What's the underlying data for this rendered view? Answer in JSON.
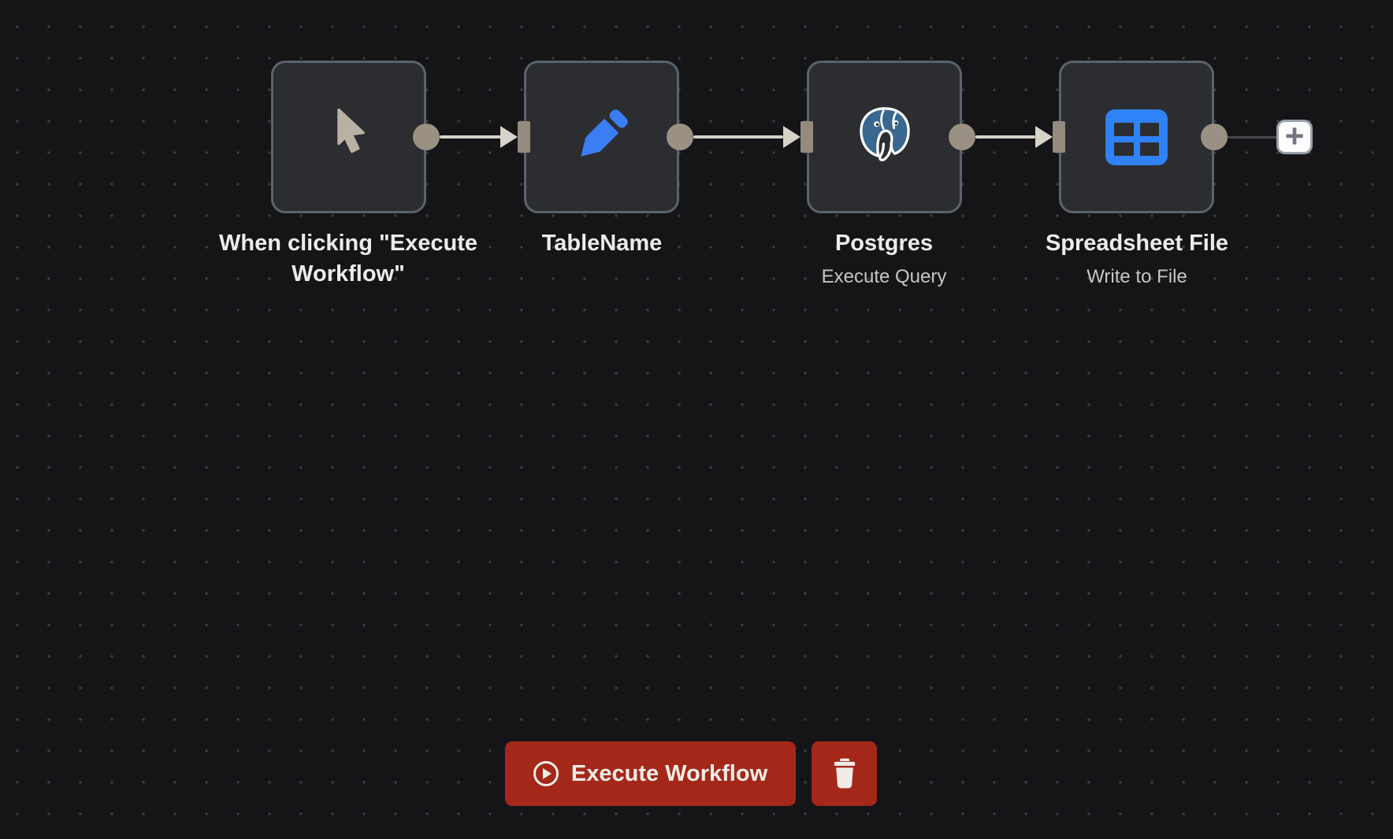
{
  "workflow": {
    "nodes": [
      {
        "name": "When clicking \"Execute Workflow\"",
        "label_lines": [
          "When clicking \"Execute",
          "Workflow\""
        ],
        "subtitle": "",
        "type": "manual-trigger",
        "icon": "cursor-icon"
      },
      {
        "name": "TableName",
        "label_lines": [
          "TableName"
        ],
        "subtitle": "",
        "type": "edit-fields",
        "icon": "pencil-icon"
      },
      {
        "name": "Postgres",
        "label_lines": [
          "Postgres"
        ],
        "subtitle": "Execute Query",
        "type": "postgres",
        "icon": "postgres-elephant-icon"
      },
      {
        "name": "Spreadsheet File",
        "label_lines": [
          "Spreadsheet File"
        ],
        "subtitle": "Write to File",
        "type": "spreadsheet-file",
        "icon": "table-icon"
      }
    ],
    "connections": [
      "When clicking \"Execute Workflow\" -> TableName",
      "TableName -> Postgres",
      "Postgres -> Spreadsheet File",
      "Spreadsheet File -> add-node"
    ]
  },
  "controls": {
    "execute_button": "Execute Workflow",
    "delete_button_icon": "trash-icon",
    "add_node_button": "+"
  },
  "colors": {
    "canvas_bg": "#151518",
    "grid_dot": "#3a3a40",
    "node_bg": "#2b2d30",
    "node_border": "#59636d",
    "connector_endpoint": "#9a9184",
    "connection_line": "#d8d3ca",
    "add_connection_line": "#46464a",
    "label_text": "#ececea",
    "subtitle_text": "#c9c5c1",
    "execute_button_bg": "#a3281a",
    "button_text": "#f1ece6",
    "pencil_blue": "#3b7df2",
    "table_blue": "#2f82f7",
    "postgres_blue": "#39678f",
    "cursor_taupe": "#b9b1a4",
    "add_button_bg": "#fdfdfd"
  }
}
